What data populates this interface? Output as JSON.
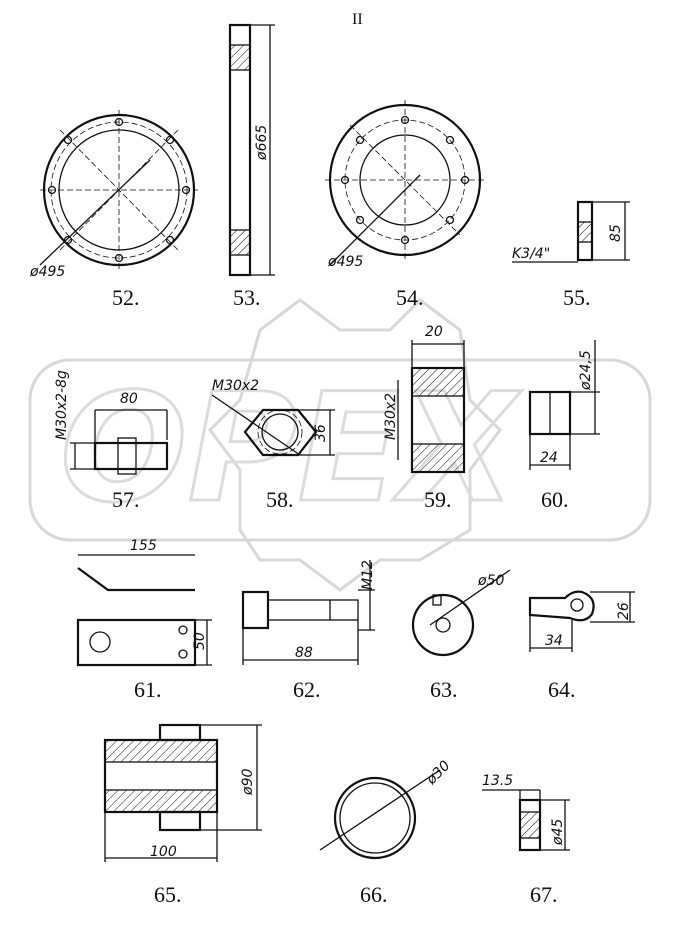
{
  "sheet_marker": "II",
  "watermark": "OPEX",
  "parts": [
    {
      "number": "52.",
      "dims": [
        "ø495"
      ]
    },
    {
      "number": "53.",
      "dims": [
        "ø665"
      ]
    },
    {
      "number": "54.",
      "dims": [
        "ø495"
      ]
    },
    {
      "number": "55.",
      "dims": [
        "K3/4\"",
        "85"
      ]
    },
    {
      "number": "57.",
      "dims": [
        "M30x2-8g",
        "80"
      ]
    },
    {
      "number": "58.",
      "dims": [
        "M30x2",
        "36"
      ]
    },
    {
      "number": "59.",
      "dims": [
        "20",
        "M30x2"
      ]
    },
    {
      "number": "60.",
      "dims": [
        "ø24,5",
        "24"
      ]
    },
    {
      "number": "61.",
      "dims": [
        "155",
        "50"
      ]
    },
    {
      "number": "62.",
      "dims": [
        "M12",
        "88"
      ]
    },
    {
      "number": "63.",
      "dims": [
        "ø50"
      ]
    },
    {
      "number": "64.",
      "dims": [
        "26",
        "34"
      ]
    },
    {
      "number": "65.",
      "dims": [
        "ø90",
        "100"
      ]
    },
    {
      "number": "66.",
      "dims": [
        "ø30"
      ]
    },
    {
      "number": "67.",
      "dims": [
        "13.5",
        "ø45"
      ]
    }
  ]
}
